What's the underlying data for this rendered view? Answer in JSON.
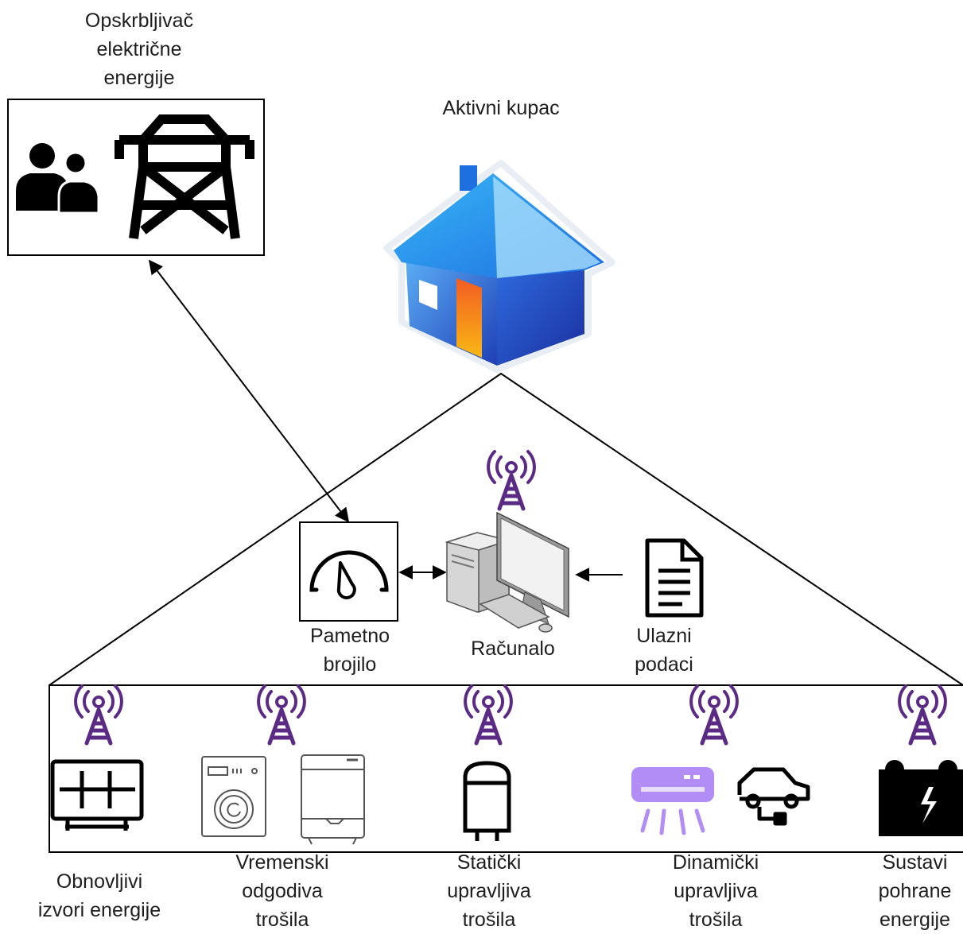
{
  "supplier": {
    "label": "Opskrbljivač\nelektrične\nenergije",
    "icons": [
      "users-icon",
      "power-tower-icon"
    ]
  },
  "customer": {
    "label": "Aktivni kupac",
    "icon": "house-icon"
  },
  "center": {
    "meter": {
      "label": "Pametno\nbrojilo",
      "icon": "gauge-icon"
    },
    "computer": {
      "label": "Računalo",
      "icon": "desktop-computer-icon"
    },
    "input": {
      "label": "Ulazni\npodaci",
      "icon": "document-icon"
    }
  },
  "devices": [
    {
      "label": "Obnovljivi\nizvori energije",
      "icon": "solar-panel-icon"
    },
    {
      "label": "Vremenski\nodgodiva\ntrošila",
      "icon": "washing-machine-dishwasher-icon"
    },
    {
      "label": "Statički\nupravljiva\ntrošila",
      "icon": "water-heater-icon"
    },
    {
      "label": "Dinamički\nupravljiva\ntrošila",
      "icon": "air-conditioner-ev-icon"
    },
    {
      "label": "Sustavi\npohrane\nenergije",
      "icon": "battery-icon"
    }
  ],
  "colors": {
    "antenna": "#5B2A84",
    "line": "#000000",
    "house_roof": "#3FA9F5",
    "house_door": "#F7941D",
    "ac_unit": "#B28DF5"
  }
}
